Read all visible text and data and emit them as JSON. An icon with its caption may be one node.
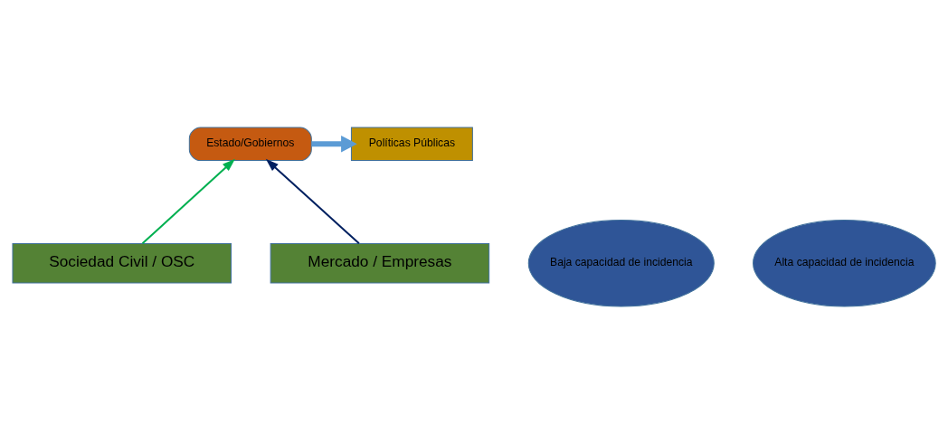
{
  "diagram": {
    "nodes": [
      {
        "text": [
          "Estado/Gobiernos"
        ]
      },
      {
        "text": [
          "Políticas Públicas"
        ]
      },
      {
        "text": [
          "Baja capacidad de incidencia"
        ]
      },
      {
        "text": [
          "Alta capacidad de incidencia"
        ]
      },
      {
        "text": [
          "Sociedad Civil / OSC"
        ]
      },
      {
        "text": [
          "Mercado / Empresas"
        ]
      }
    ],
    "edges": [
      {
        "from": 0,
        "to": 1,
        "arrow": "to",
        "style": "thick",
        "color": "#5b9bd5"
      },
      {
        "from": 4,
        "to": 0,
        "arrow": "to",
        "color": "#00b050"
      },
      {
        "from": 5,
        "to": 0,
        "arrow": "to",
        "color": "#002060"
      }
    ]
  }
}
